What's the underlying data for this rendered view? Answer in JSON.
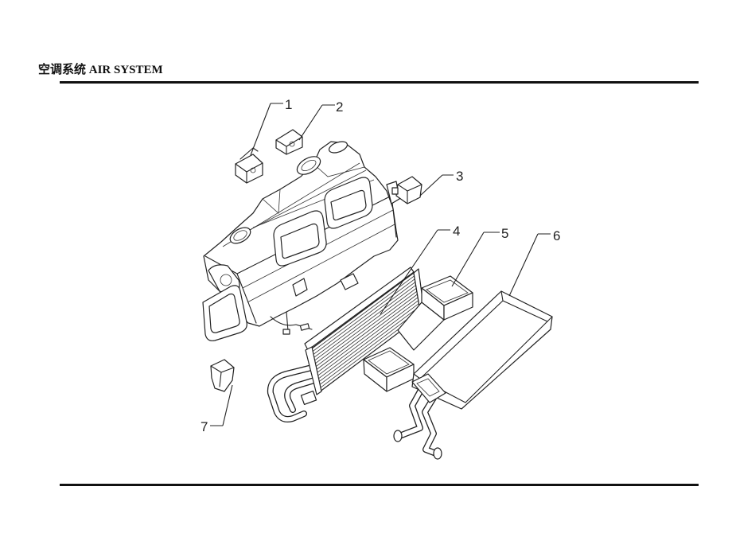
{
  "header": {
    "title": "空调系统 AIR SYSTEM"
  },
  "diagram": {
    "callouts": [
      "1",
      "2",
      "3",
      "4",
      "5",
      "6",
      "7"
    ]
  },
  "colors": {
    "ink": "#1a1a1a",
    "background": "#ffffff"
  }
}
